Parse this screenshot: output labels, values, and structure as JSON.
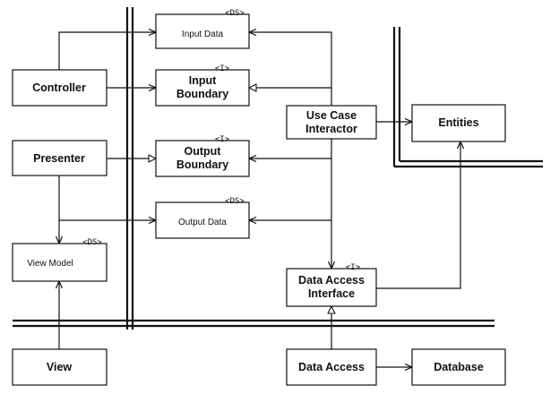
{
  "nodes": {
    "input_data": {
      "label": [
        "Input Data"
      ],
      "stereotype": "<DS>"
    },
    "input_boundary": {
      "label": [
        "Input",
        "Boundary"
      ],
      "stereotype": "<I>"
    },
    "output_boundary": {
      "label": [
        "Output",
        "Boundary"
      ],
      "stereotype": "<I>"
    },
    "output_data": {
      "label": [
        "Output Data"
      ],
      "stereotype": "<DS>"
    },
    "controller": {
      "label": [
        "Controller"
      ]
    },
    "presenter": {
      "label": [
        "Presenter"
      ]
    },
    "view_model": {
      "label": [
        "View Model"
      ],
      "stereotype": "<DS>"
    },
    "use_case_interactor": {
      "label": [
        "Use Case",
        "Interactor"
      ]
    },
    "entities": {
      "label": [
        "Entities"
      ]
    },
    "data_access_interface": {
      "label": [
        "Data Access",
        "Interface"
      ],
      "stereotype": "<I>"
    },
    "view": {
      "label": [
        "View"
      ]
    },
    "data_access": {
      "label": [
        "Data Access"
      ]
    },
    "database": {
      "label": [
        "Database"
      ]
    }
  },
  "edges": [
    {
      "from": "controller",
      "to": "input_data",
      "arrow": "open"
    },
    {
      "from": "controller",
      "to": "input_boundary",
      "arrow": "open"
    },
    {
      "from": "use_case_interactor",
      "to": "input_data",
      "arrow": "open"
    },
    {
      "from": "use_case_interactor",
      "to": "input_boundary",
      "arrow": "hollow"
    },
    {
      "from": "use_case_interactor",
      "to": "output_boundary",
      "arrow": "open"
    },
    {
      "from": "use_case_interactor",
      "to": "output_data",
      "arrow": "open"
    },
    {
      "from": "use_case_interactor",
      "to": "entities",
      "arrow": "open"
    },
    {
      "from": "use_case_interactor",
      "to": "data_access_interface",
      "arrow": "open"
    },
    {
      "from": "presenter",
      "to": "output_boundary",
      "arrow": "hollow"
    },
    {
      "from": "presenter",
      "to": "output_data",
      "arrow": "open"
    },
    {
      "from": "presenter",
      "to": "view_model",
      "arrow": "open"
    },
    {
      "from": "view",
      "to": "view_model",
      "arrow": "open"
    },
    {
      "from": "data_access_interface",
      "to": "entities",
      "arrow": "open"
    },
    {
      "from": "data_access",
      "to": "data_access_interface",
      "arrow": "hollow"
    },
    {
      "from": "data_access",
      "to": "database",
      "arrow": "open"
    }
  ]
}
